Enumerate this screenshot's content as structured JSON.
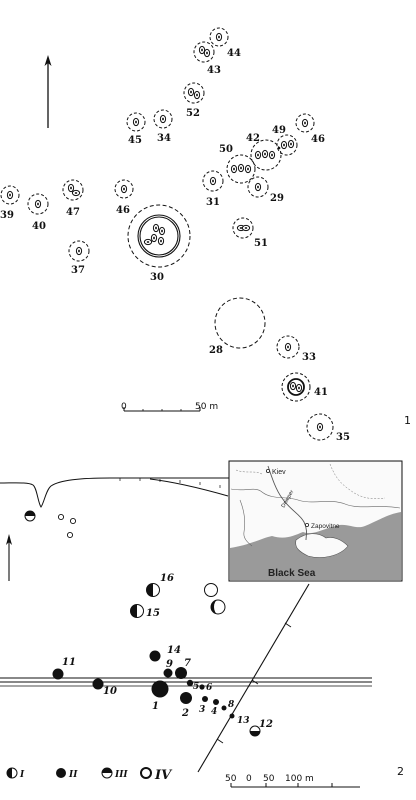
{
  "panel1": {
    "number": "1",
    "kurgans": [
      "44",
      "43",
      "52",
      "45",
      "34",
      "42",
      "49",
      "46",
      "50",
      "29",
      "31",
      "39",
      "40",
      "47",
      "46",
      "30",
      "51",
      "37",
      "28",
      "33",
      "41",
      "35"
    ],
    "scale": {
      "zero": "0",
      "max": "50 m"
    }
  },
  "panel2": {
    "number": "2",
    "kurgans": [
      "16",
      "15",
      "14",
      "9",
      "7",
      "11",
      "10",
      "5",
      "6",
      "1",
      "2",
      "3",
      "4",
      "8",
      "13",
      "12"
    ],
    "scale": {
      "ticks": [
        "50",
        "0",
        "50",
        "100 m"
      ]
    },
    "legend": [
      "I",
      "II",
      "III",
      "IV"
    ],
    "inset_map": {
      "kiev": "Kiev",
      "dnieper": "Dnieper",
      "zapovitne": "Zapovitne",
      "sea": "Black Sea"
    }
  }
}
